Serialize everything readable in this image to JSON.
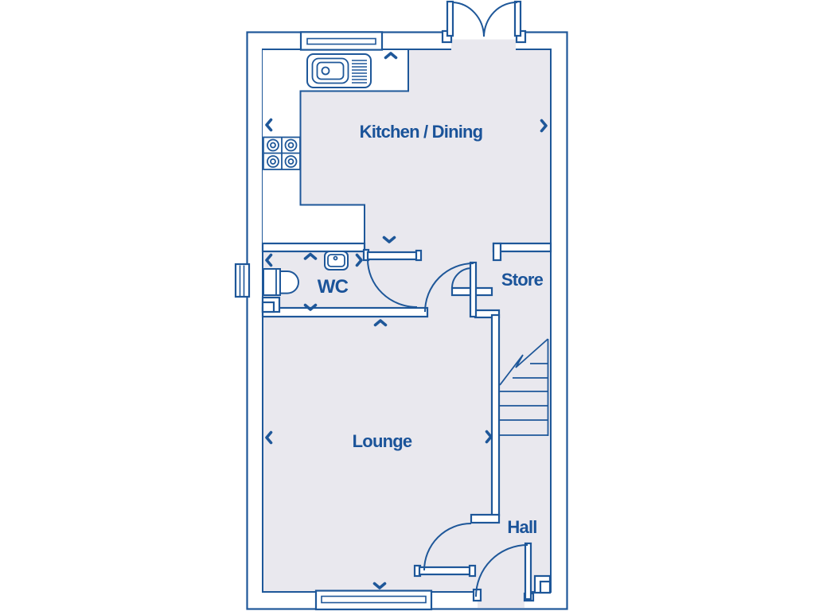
{
  "document": {
    "type": "floor-plan"
  },
  "rooms": {
    "kitchen_dining": "Kitchen / Dining",
    "wc": "WC",
    "store": "Store",
    "lounge": "Lounge",
    "hall": "Hall"
  },
  "palette": {
    "line": "#1e5799",
    "floor_fill": "#e9e8ee",
    "label_text": "#1a5399",
    "background": "#ffffff"
  },
  "fixtures": [
    "kitchen-sink",
    "hob",
    "worktop",
    "wc-basin",
    "toilet",
    "stairs",
    "french-doors",
    "front-door",
    "door-swings",
    "windows",
    "dimension-chevrons"
  ]
}
